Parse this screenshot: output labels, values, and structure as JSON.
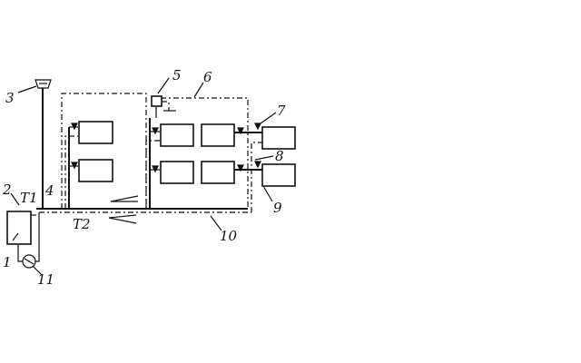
{
  "labels": {
    "n1": "1",
    "n2": "2",
    "n3": "3",
    "n4": "4",
    "n5": "5",
    "n6": "6",
    "n7": "7",
    "n8": "8",
    "n9": "9",
    "n10": "10",
    "n11": "11",
    "t1": "T1",
    "t2": "T2"
  }
}
